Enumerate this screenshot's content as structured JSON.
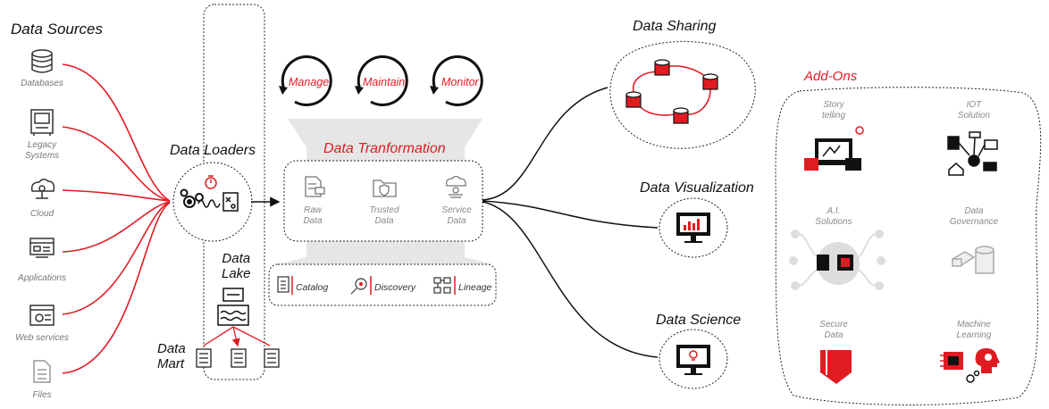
{
  "sources": {
    "title": "Data Sources",
    "items": [
      {
        "label": "Databases",
        "icon": "database-icon"
      },
      {
        "label": "Legacy\nSystems",
        "icon": "legacy-system-icon"
      },
      {
        "label": "Cloud",
        "icon": "cloud-icon"
      },
      {
        "label": "Applications",
        "icon": "applications-icon"
      },
      {
        "label": "Web services",
        "icon": "web-services-icon"
      },
      {
        "label": "Files",
        "icon": "file-icon"
      }
    ]
  },
  "loaders": {
    "title": "Data Loaders"
  },
  "lake": {
    "title": "Data\nLake"
  },
  "mart": {
    "title": "Data\nMart"
  },
  "cycle": [
    "Manage",
    "Maintain",
    "Monitor"
  ],
  "transformation": {
    "title": "Data Tranformation",
    "items": [
      {
        "label": "Raw\nData",
        "icon": "raw-data-icon"
      },
      {
        "label": "Trusted\nData",
        "icon": "trusted-data-icon"
      },
      {
        "label": "Service\nData",
        "icon": "service-data-icon"
      }
    ]
  },
  "governance_tools": [
    {
      "label": "Catalog",
      "icon": "catalog-icon"
    },
    {
      "label": "Discovery",
      "icon": "discovery-icon"
    },
    {
      "label": "Lineage",
      "icon": "lineage-icon"
    }
  ],
  "outputs": [
    {
      "title": "Data Sharing",
      "icon": "data-sharing-icon"
    },
    {
      "title": "Data Visualization",
      "icon": "monitor-chart-icon"
    },
    {
      "title": "Data Science",
      "icon": "monitor-lightbulb-icon"
    }
  ],
  "addons": {
    "title": "Add-Ons",
    "items": [
      {
        "label": "Story\ntelling",
        "icon": "storytelling-icon"
      },
      {
        "label": "IOT\nSolution",
        "icon": "iot-icon"
      },
      {
        "label": "A.I.\nSolutions",
        "icon": "ai-chip-icon"
      },
      {
        "label": "Data\nGovernance",
        "icon": "data-governance-icon"
      },
      {
        "label": "Secure\nData",
        "icon": "shield-icon"
      },
      {
        "label": "Machine\nLearning",
        "icon": "machine-learning-icon"
      }
    ]
  },
  "colors": {
    "accent": "#e01b22",
    "text": "#111111",
    "muted": "#888888",
    "band": "#e6e6e6"
  }
}
